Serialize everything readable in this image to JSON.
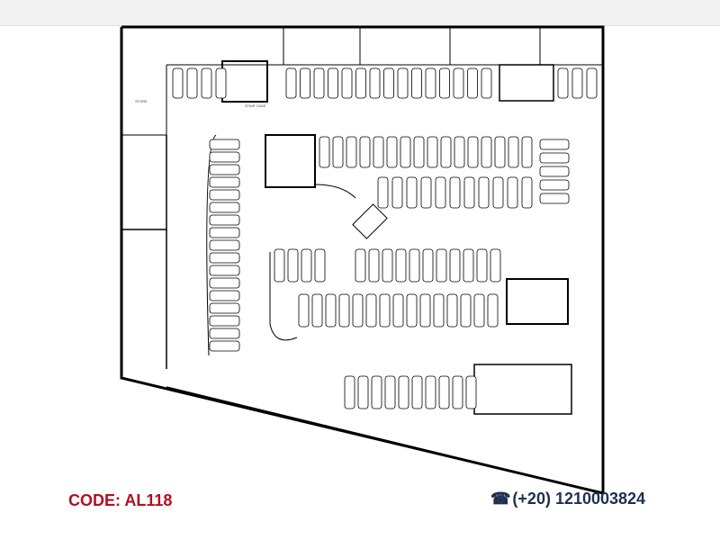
{
  "plan": {
    "labels": {
      "stair_case": "STAIR CASE",
      "store": "STORE"
    }
  },
  "footer": {
    "code": "CODE: AL118",
    "phone_icon": "phone-icon",
    "phone": "(+20) 1210003824"
  },
  "colors": {
    "code": "#b01020",
    "phone": "#1f3050"
  }
}
